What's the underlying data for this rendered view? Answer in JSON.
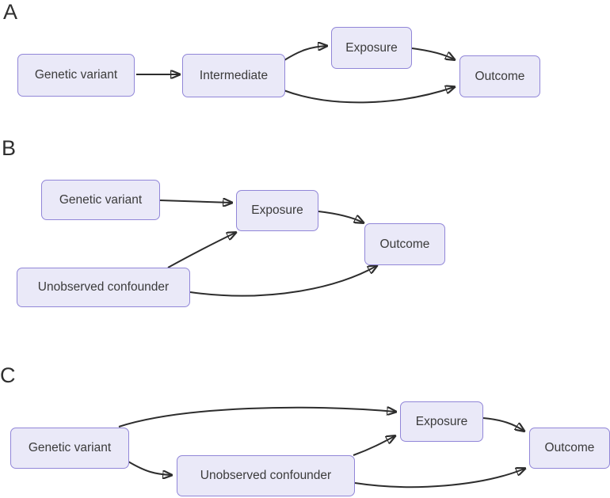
{
  "figure": {
    "type": "causal-diagram",
    "colors": {
      "node_fill": "#eae9f8",
      "node_border": "#9186d8",
      "arrow": "#2d2d2d",
      "text": "#3b3b3b",
      "panel_label": "#2f2f2f",
      "background": "#ffffff"
    },
    "panels": [
      {
        "label": "A",
        "nodes": {
          "genetic_variant": "Genetic variant",
          "intermediate": "Intermediate",
          "exposure": "Exposure",
          "outcome": "Outcome"
        },
        "edges": [
          {
            "from": "Genetic variant",
            "to": "Intermediate"
          },
          {
            "from": "Intermediate",
            "to": "Exposure"
          },
          {
            "from": "Exposure",
            "to": "Outcome"
          },
          {
            "from": "Intermediate",
            "to": "Outcome"
          }
        ]
      },
      {
        "label": "B",
        "nodes": {
          "genetic_variant": "Genetic variant",
          "unobserved_confounder": "Unobserved confounder",
          "exposure": "Exposure",
          "outcome": "Outcome"
        },
        "edges": [
          {
            "from": "Genetic variant",
            "to": "Exposure"
          },
          {
            "from": "Unobserved confounder",
            "to": "Exposure"
          },
          {
            "from": "Exposure",
            "to": "Outcome"
          },
          {
            "from": "Unobserved confounder",
            "to": "Outcome"
          }
        ]
      },
      {
        "label": "C",
        "nodes": {
          "genetic_variant": "Genetic variant",
          "unobserved_confounder": "Unobserved confounder",
          "exposure": "Exposure",
          "outcome": "Outcome"
        },
        "edges": [
          {
            "from": "Genetic variant",
            "to": "Exposure"
          },
          {
            "from": "Genetic variant",
            "to": "Unobserved confounder"
          },
          {
            "from": "Unobserved confounder",
            "to": "Exposure"
          },
          {
            "from": "Exposure",
            "to": "Outcome"
          },
          {
            "from": "Unobserved confounder",
            "to": "Outcome"
          }
        ]
      }
    ]
  }
}
